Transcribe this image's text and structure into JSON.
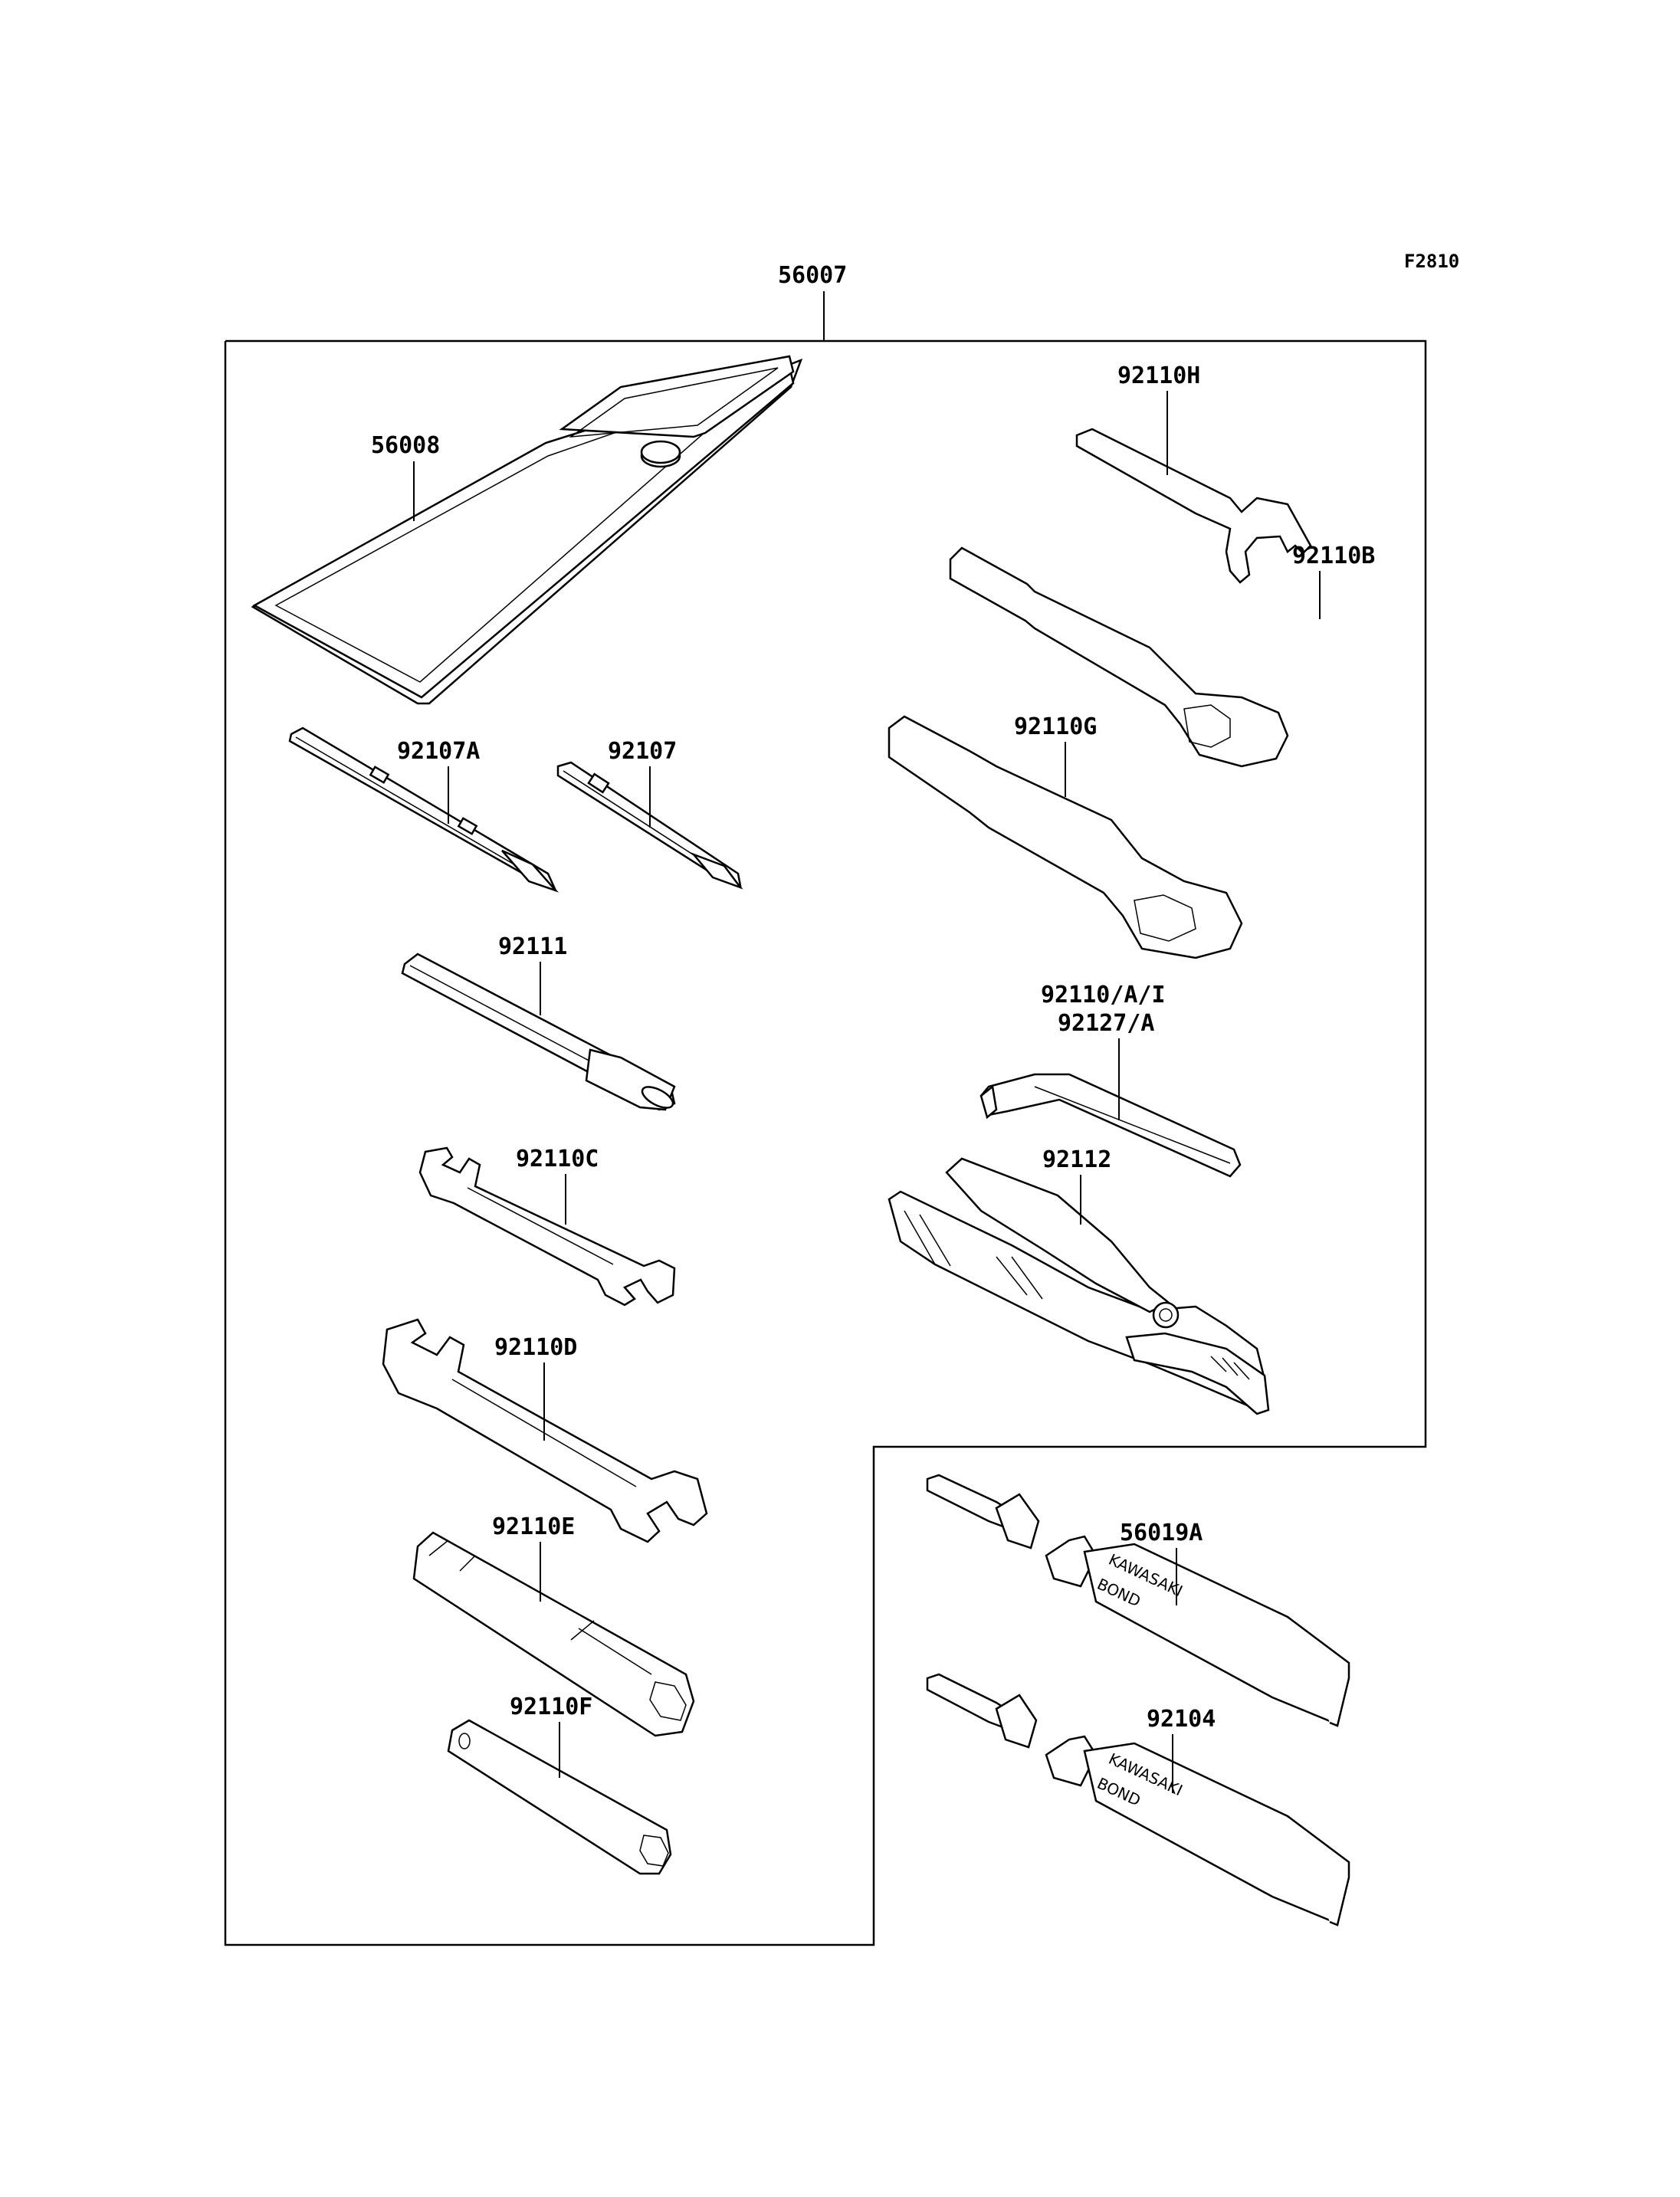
{
  "figure_code": "F2810",
  "kit": {
    "part_number": "56007"
  },
  "parts": [
    {
      "id": "tool-bag",
      "part_number": "56008"
    },
    {
      "id": "screwdriver-long",
      "part_number": "92107A"
    },
    {
      "id": "screwdriver-short",
      "part_number": "92107"
    },
    {
      "id": "handle-bar",
      "part_number": "92111"
    },
    {
      "id": "open-wrench-small",
      "part_number": "92110C"
    },
    {
      "id": "open-wrench-large",
      "part_number": "92110D"
    },
    {
      "id": "box-wrench-large",
      "part_number": "92110E"
    },
    {
      "id": "box-wrench-small",
      "part_number": "92110F"
    },
    {
      "id": "hook-wrench",
      "part_number": "92110H"
    },
    {
      "id": "ring-wrench-b",
      "part_number": "92110B"
    },
    {
      "id": "ring-wrench-g",
      "part_number": "92110G"
    },
    {
      "id": "hex-wrench",
      "part_number": "92110/A/I",
      "part_number_2": "92127/A"
    },
    {
      "id": "pliers",
      "part_number": "92112"
    },
    {
      "id": "bond-tube-1",
      "part_number": "56019A"
    },
    {
      "id": "bond-tube-2",
      "part_number": "92104"
    }
  ],
  "tube_print": {
    "line1": "KAWASAKI",
    "line2": "BOND"
  }
}
